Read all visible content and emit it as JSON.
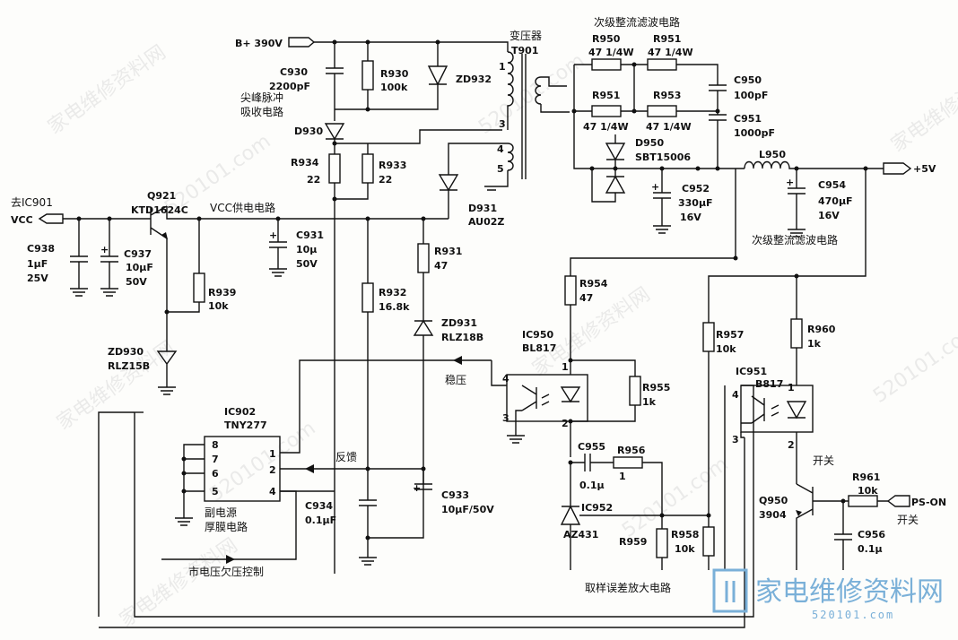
{
  "titles": {
    "transformer": "变压器",
    "secondary_top": "次级整流滤波电路",
    "secondary_mid": "次级整流滤波电路",
    "spike": "尖峰脉冲",
    "spike2": "吸收电路",
    "vcc_supply": "VCC供电电路",
    "to_ic901": "去IC901",
    "stabilize": "稳压",
    "feedback": "反馈",
    "module": "副电源",
    "module2": "厚膜电路",
    "undervolt": "市电压欠压控制",
    "sampling": "取样误差放大电路",
    "switch_top": "开关",
    "switch_bot": "开关"
  },
  "nets": {
    "b_plus": "B+ 390V",
    "vcc": "VCC",
    "out5v": "+5V",
    "ps_on": "PS-ON"
  },
  "parts": {
    "t901": "T901",
    "c930": "C930",
    "c930v": "2200pF",
    "r930": "R930",
    "r930v": "100k",
    "zd932": "ZD932",
    "d930": "D930",
    "r934": "R934",
    "r934v": "22",
    "r933": "R933",
    "r933v": "22",
    "d931": "D931",
    "d931v": "AU02Z",
    "q921": "Q921",
    "q921v": "KTD1624C",
    "c938": "C938",
    "c938v1": "1μF",
    "c938v2": "25V",
    "c937": "C937",
    "c937v1": "10μF",
    "c937v2": "50V",
    "c931": "C931",
    "c931v1": "10μ",
    "c931v2": "50V",
    "r939": "R939",
    "r939v": "10k",
    "zd930": "ZD930",
    "zd930v": "RLZ15B",
    "r931": "R931",
    "r931v": "47",
    "r932": "R932",
    "r932v": "16.8k",
    "zd931": "ZD931",
    "zd931v": "RLZ18B",
    "ic902": "IC902",
    "ic902v": "TNY277",
    "c934": "C934",
    "c934v": "0.1μF",
    "c933": "C933",
    "c933v": "10μF/50V",
    "r950": "R950",
    "r950v": "47 1/4W",
    "r951a": "R951",
    "r951av": "47 1/4W",
    "r951b": "R951",
    "r951bv": "47 1/4W",
    "r953": "R953",
    "r953v": "47 1/4W",
    "c950": "C950",
    "c950v": "100pF",
    "c951": "C951",
    "c951v": "1000pF",
    "d950": "D950",
    "d950v": "SBT15006",
    "c952": "C952",
    "c952v1": "330μF",
    "c952v2": "16V",
    "l950": "L950",
    "c954": "C954",
    "c954v1": "470μF",
    "c954v2": "16V",
    "r954": "R954",
    "r954v": "47",
    "ic950": "IC950",
    "ic950v": "BL817",
    "r955": "R955",
    "r955v": "1k",
    "c955": "C955",
    "c955v": "0.1μ",
    "r956": "R956",
    "r956v": "1",
    "ic952": "IC952",
    "ic952v": "AZ431",
    "r959": "R959",
    "r958": "R958",
    "r958v": "10k",
    "r957": "R957",
    "r957v": "10k",
    "r960": "R960",
    "r960v": "1k",
    "ic951": "IC951",
    "ic951v": "B817",
    "q950": "Q950",
    "q950v": "3904",
    "r961": "R961",
    "r961v": "10k",
    "c956": "C956",
    "c956v": "0.1μ"
  },
  "pins": {
    "p1": "1",
    "p2": "2",
    "p3": "3",
    "p4": "4",
    "p5": "5",
    "p6": "6",
    "p7": "7",
    "p8": "8"
  },
  "watermark": {
    "cn": "家电维修资料网",
    "url": "520101.com",
    "logo_cn": "家电维修资料网",
    "logo_url": "520101.com"
  }
}
